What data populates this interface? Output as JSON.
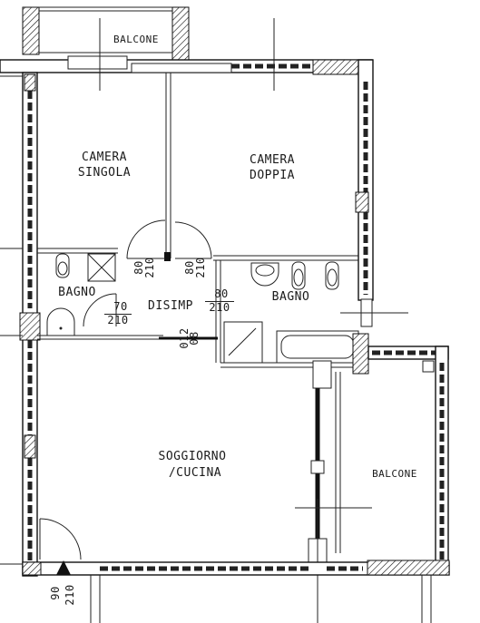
{
  "rooms": {
    "balcone_top": "BALCONE",
    "camera_singola_1": "CAMERA",
    "camera_singola_2": "SINGOLA",
    "camera_doppia_1": "CAMERA",
    "camera_doppia_2": "DOPPIA",
    "bagno_left": "BAGNO",
    "bagno_right": "BAGNO",
    "disimp": "DISIMP",
    "soggiorno_1": "SOGGIORNO",
    "soggiorno_2": "/CUCINA",
    "balcone_right": "BALCONE"
  },
  "doors": {
    "d1_w": "80",
    "d1_h": "210",
    "d2_w": "80",
    "d2_h": "210",
    "d3_w": "70",
    "d3_h": "210",
    "d4_w": "80",
    "d4_h": "210",
    "d5_w": "012",
    "d5_h": "08",
    "d6_w": "90",
    "d6_h": "210"
  }
}
